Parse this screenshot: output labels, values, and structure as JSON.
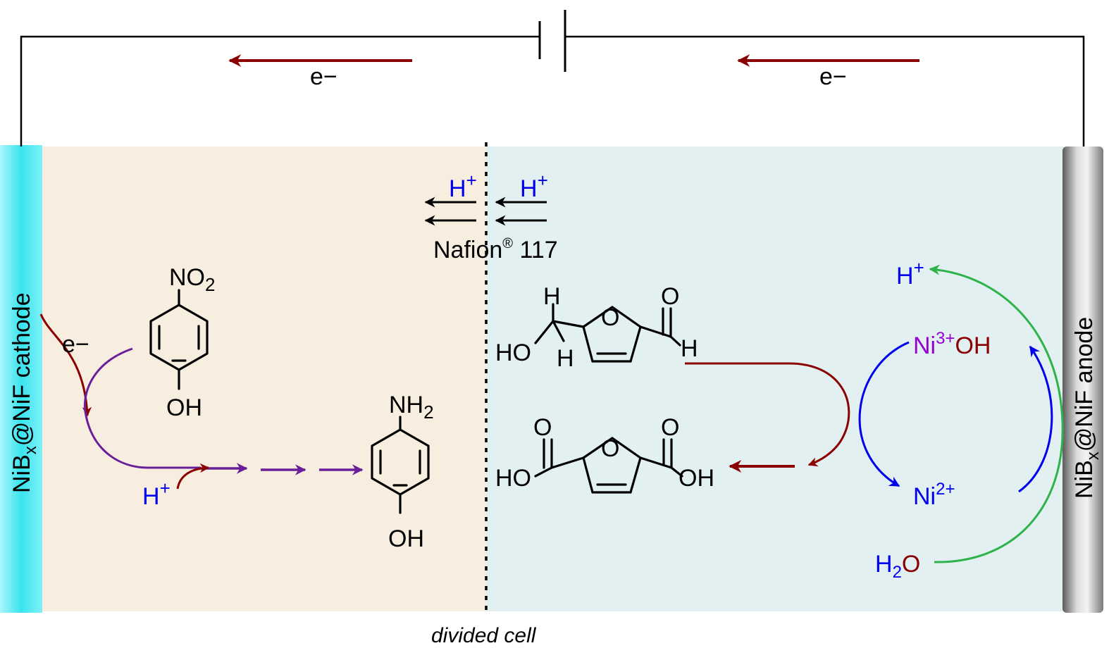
{
  "electron_label": "e−",
  "cathode": {
    "label": "NiB",
    "sub": "x",
    "rest": "@NiF cathode"
  },
  "anode": {
    "label": "NiB",
    "sub": "x",
    "rest": "@NiF anode"
  },
  "membrane": {
    "name": "Nafion",
    "reg": "®",
    "number": " 117"
  },
  "proton": {
    "base": "H",
    "charge": "+"
  },
  "cathode_side": {
    "electron_label": "e−",
    "nitrophenol_top": {
      "main": "NO",
      "sub": "2"
    },
    "nitrophenol_bottom": "OH",
    "aminophenol_top": {
      "main": "NH",
      "sub": "2"
    },
    "aminophenol_bottom": "OH"
  },
  "anode_side": {
    "hmf": {
      "ho": "HO",
      "h_top": "H",
      "h_mid": "H",
      "o_ring": "O",
      "o_ald": "O",
      "h_ald": "H"
    },
    "fdca": {
      "ho_left": "HO",
      "o_left": "O",
      "o_ring": "O",
      "o_right": "O",
      "oh_right": "OH"
    },
    "ni3": {
      "main": "Ni",
      "sup": "3+",
      "oh": "OH"
    },
    "ni2": {
      "main": "Ni",
      "sup": "2+"
    },
    "water": {
      "h": "H",
      "sub": "2",
      "o": "O"
    }
  },
  "caption": "divided cell",
  "colors": {
    "cathode_bg": "#f8eedf",
    "anode_bg": "#e2f0f1",
    "cathode_electrode": "#33e3ee",
    "anode_electrode": "#8a8a8a",
    "electron_arrow": "#8b0000",
    "cathode_arrow": "#6a1f9a",
    "nickel_cycle": "#0000ee",
    "water_cycle": "#2db34a"
  }
}
